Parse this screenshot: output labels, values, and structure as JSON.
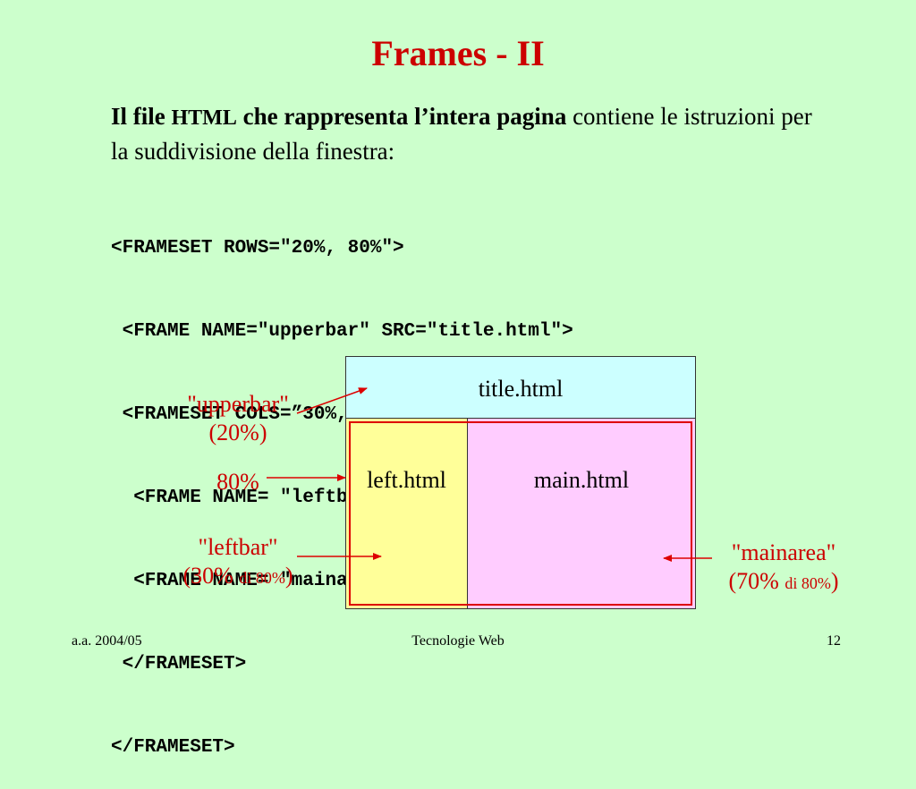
{
  "title": "Frames - II",
  "intro": {
    "part1_bold": "Il file ",
    "part2_html": "HTML",
    "part3_bold": " che rappresenta l’intera pagina",
    "part4": " contiene le istruzioni per la suddivisione della finestra:"
  },
  "code_lines": [
    "<FRAMESET ROWS=\"20%, 80%\">",
    " <FRAME NAME=\"upperbar\" SRC=\"title.html\">",
    " <FRAMESET COLS=”30%, 70%\">",
    "  <FRAME NAME= \"leftbar\" SRC=”left.html\">",
    "  <FRAME NAME= \"mainarea\" SRC=”main.html\">",
    " </FRAMESET>",
    "</FRAMESET>"
  ],
  "diagram": {
    "top_label": "title.html",
    "left_label": "left.html",
    "right_label": "main.html"
  },
  "annotations": {
    "upperbar_name": "\"upperbar\"",
    "upperbar_pct": "(20%)",
    "eighty": "80%",
    "leftbar_name": "\"leftbar\"",
    "leftbar_pct_open": "(30% ",
    "leftbar_pct_small": "di 80%",
    "leftbar_pct_close": ")",
    "mainarea_name": "\"mainarea\"",
    "mainarea_pct_open": "(70% ",
    "mainarea_pct_small": "di 80%",
    "mainarea_pct_close": ")"
  },
  "footer": {
    "left": "a.a. 2004/05",
    "center": "Tecnologie Web",
    "right": "12"
  },
  "colors": {
    "background": "#ccffcc",
    "title": "#cc0000",
    "annotation": "#cc0000",
    "top_frame": "#ccffff",
    "left_frame": "#ffff99",
    "right_frame": "#ffccff"
  }
}
